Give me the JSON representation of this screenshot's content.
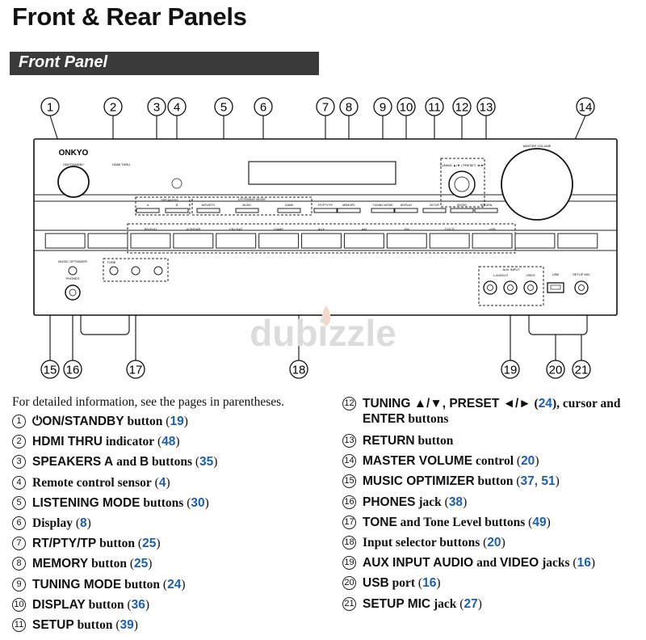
{
  "page_title": "Front & Rear Panels",
  "section_title": "Front Panel",
  "panel": {
    "brand": "ONKYO",
    "on_standby_label": "ON/STANDBY",
    "hdmi_thru_label": "HDMI THRU",
    "speakers_label": "SPEAKERS",
    "listening_mode_label": "LISTENING MODE",
    "master_volume_label": "MASTER VOLUME",
    "tuning_preset_label": "TUNING ▲/▼ / PRESET ◄/►",
    "tone_label": "TONE",
    "music_optimizer_label": "MUSIC OPTIMIZER",
    "phones_label": "PHONES",
    "aux_input_label": "AUX INPUT",
    "aux_audio_label": "L-AUDIO-R",
    "aux_video_label": "VIDEO",
    "usb_label": "USB",
    "setup_mic_label": "SETUP MIC",
    "upper_buttons": [
      "A",
      "B",
      "MOVIE/TV",
      "MUSIC",
      "GAME",
      "RT/PTY/TP",
      "MEMORY",
      "TUNING MODE",
      "DISPLAY",
      "SETUP",
      "ENTER",
      "RETURN"
    ],
    "input_selectors": [
      "BD/DVD",
      "VCR/DVR",
      "CBL/SAT",
      "GAME",
      "AUX",
      "AM",
      "FM",
      "TV/CD",
      "USB"
    ],
    "watermark": "dubizzle"
  },
  "callouts": [
    "1",
    "2",
    "3",
    "4",
    "5",
    "6",
    "7",
    "8",
    "9",
    "10",
    "11",
    "12",
    "13",
    "14",
    "15",
    "16",
    "17",
    "18",
    "19",
    "20",
    "21"
  ],
  "intro": "For detailed information, see the pages in parentheses.",
  "items": [
    {
      "num": "1",
      "name": "⏻ON/STANDBY",
      "desc": " button",
      "page": "19"
    },
    {
      "num": "2",
      "name": "HDMI THRU",
      "desc": " indicator",
      "page": "48"
    },
    {
      "num": "3",
      "name": "SPEAKERS A",
      "desc": " and ",
      "name2": "B",
      "desc2": " buttons",
      "page": "35"
    },
    {
      "num": "4",
      "name": "",
      "desc": "Remote control sensor",
      "page": "4"
    },
    {
      "num": "5",
      "name": "LISTENING MODE",
      "desc": " buttons",
      "page": "30"
    },
    {
      "num": "6",
      "name": "",
      "desc": "Display",
      "page": "8"
    },
    {
      "num": "7",
      "name": "RT/PTY/TP",
      "desc": " button",
      "page": "25"
    },
    {
      "num": "8",
      "name": "MEMORY",
      "desc": " button",
      "page": "25"
    },
    {
      "num": "9",
      "name": "TUNING MODE",
      "desc": " button",
      "page": "24"
    },
    {
      "num": "10",
      "name": "DISPLAY",
      "desc": " button",
      "page": "36"
    },
    {
      "num": "11",
      "name": "SETUP",
      "desc": " button",
      "page": "39"
    },
    {
      "num": "12",
      "name": "TUNING ▲/▼, PRESET ◄/►",
      "desc": " (24), cursor and",
      "line2_name": "ENTER",
      "line2_desc": " buttons",
      "page": "24"
    },
    {
      "num": "13",
      "name": "RETURN",
      "desc": " button",
      "page": ""
    },
    {
      "num": "14",
      "name": "MASTER VOLUME",
      "desc": " control",
      "page": "20"
    },
    {
      "num": "15",
      "name": "MUSIC OPTIMIZER",
      "desc": " button",
      "page": "37, 51"
    },
    {
      "num": "16",
      "name": "PHONES",
      "desc": " jack",
      "page": "38"
    },
    {
      "num": "17",
      "name": "TONE",
      "desc": " and Tone Level buttons",
      "page": "49"
    },
    {
      "num": "18",
      "name": "",
      "desc": "Input selector buttons",
      "page": "20"
    },
    {
      "num": "19",
      "name": "AUX INPUT AUDIO",
      "desc": " and ",
      "name2": "VIDEO",
      "desc2": " jacks",
      "page": "16"
    },
    {
      "num": "20",
      "name": "USB",
      "desc": " port",
      "page": "16"
    },
    {
      "num": "21",
      "name": "SETUP MIC",
      "desc": " jack",
      "page": "27"
    }
  ],
  "colors": {
    "page_link": "#1a5fb4",
    "section_bar": "#3a3a3a",
    "watermark": "#dcdcdc"
  }
}
